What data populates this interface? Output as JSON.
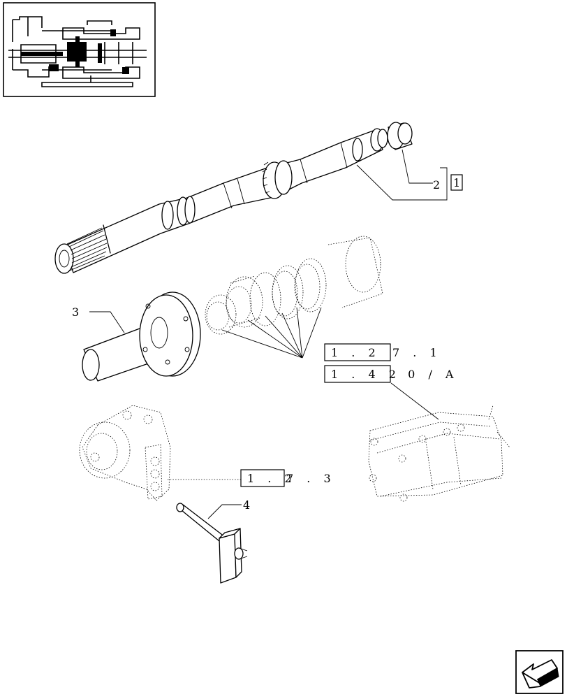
{
  "callouts": {
    "item_2": "2",
    "item_2_ref": "1",
    "item_3": "3",
    "item_4": "4"
  },
  "references": {
    "ref_a_boxed": "1 . 2",
    "ref_a_suffix": "7 . 1",
    "ref_b_boxed": "1 . 4 2",
    "ref_b_suffix": ". 0 / A",
    "ref_c_boxed": "1 . 2",
    "ref_c_suffix": "7 . 3"
  },
  "icons": {
    "thumbnail": "transmission-section-thumbnail",
    "nav": "previous-page-arrow-icon"
  }
}
